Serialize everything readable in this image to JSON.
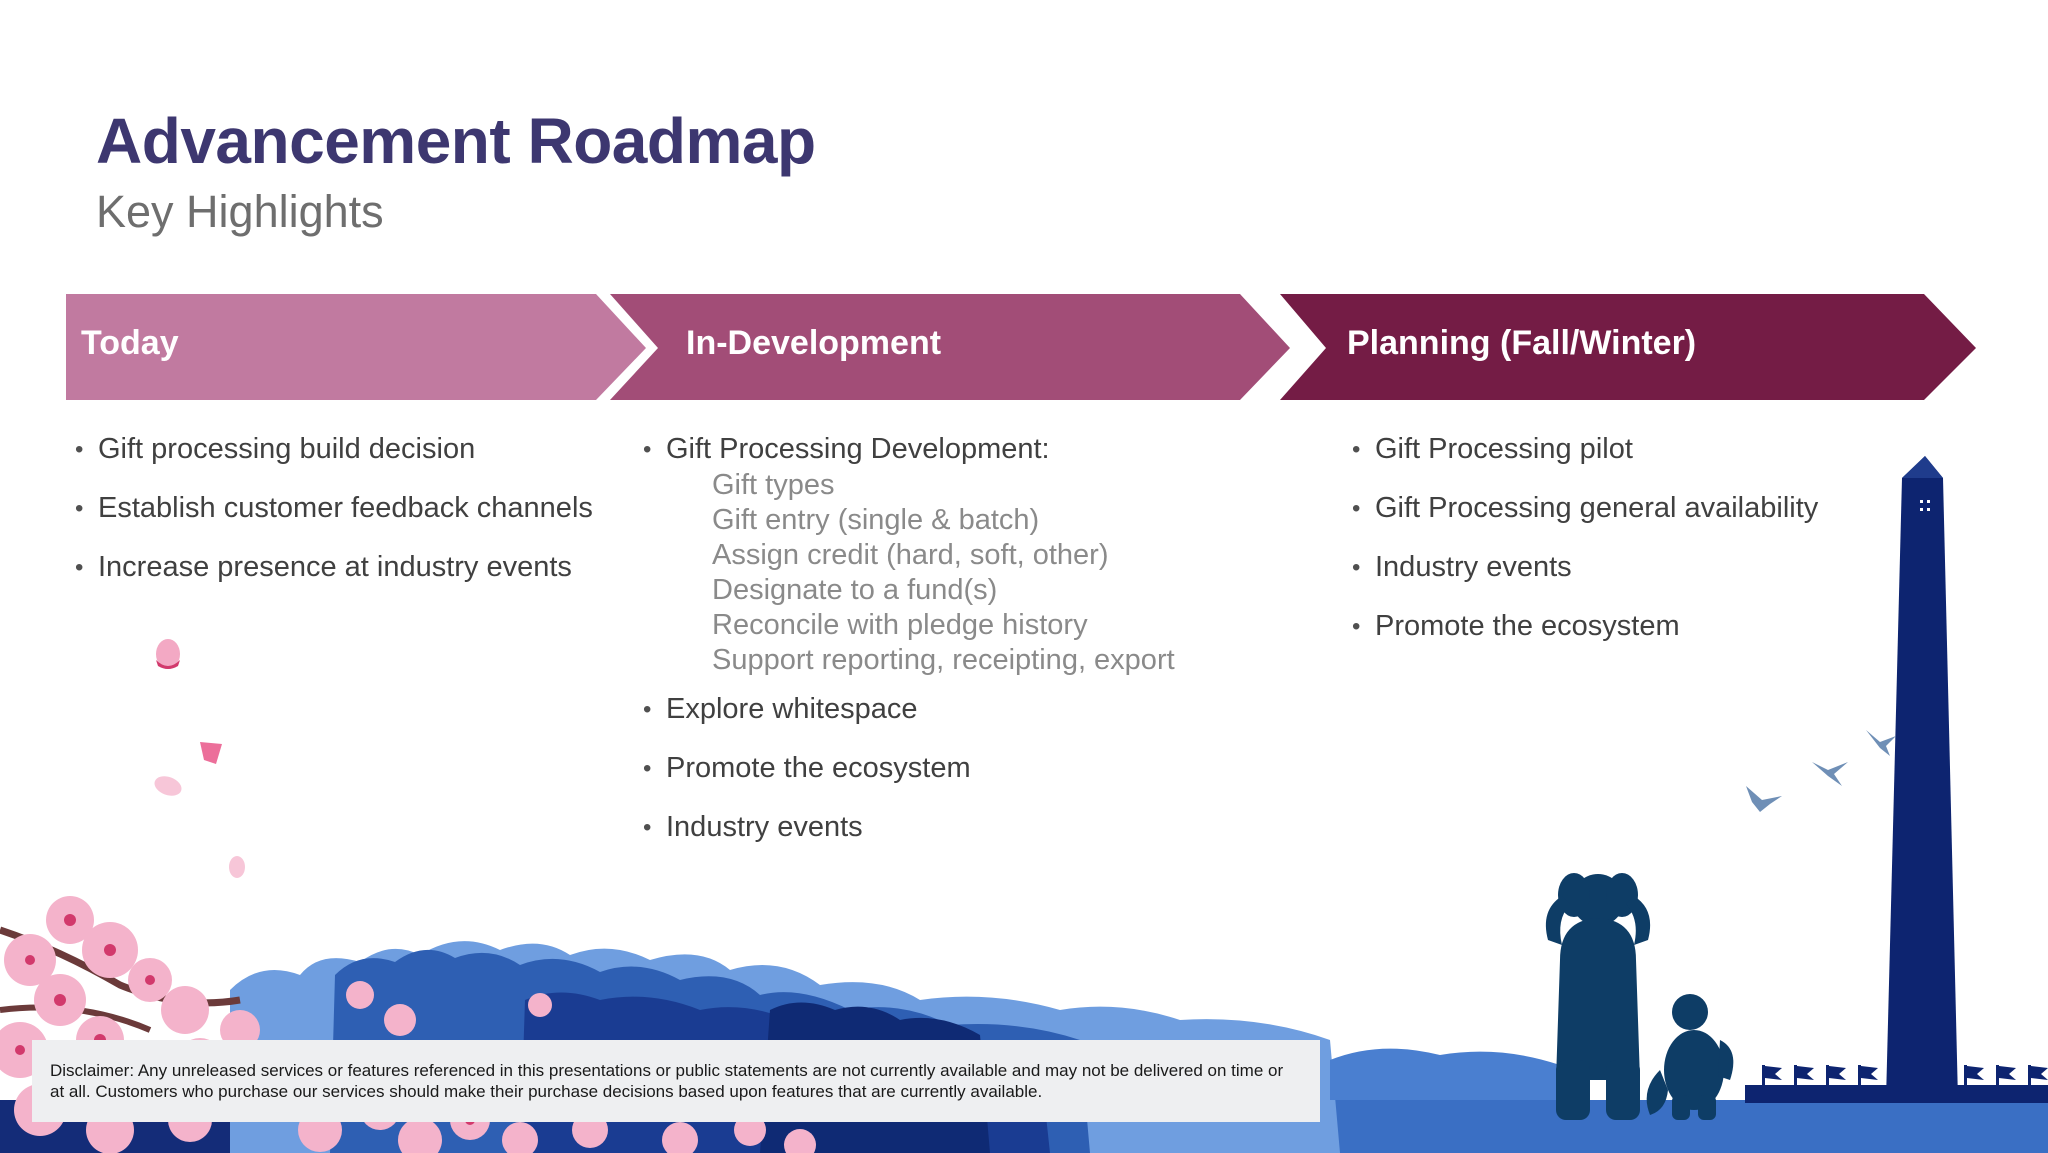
{
  "slide": {
    "title": "Advancement Roadmap",
    "subtitle": "Key Highlights"
  },
  "phases": [
    {
      "label": "Today",
      "color": "#c17aa0",
      "bullets": [
        "Gift processing build decision",
        "Establish customer feedback channels",
        "Increase presence at industry events"
      ]
    },
    {
      "label": "In-Development",
      "color": "#a24d77",
      "bullets": [
        "Gift Processing Development:",
        "Explore whitespace",
        "Promote the ecosystem",
        "Industry events"
      ],
      "sub_items": [
        "Gift types",
        "Gift entry (single & batch)",
        "Assign credit (hard, soft, other)",
        "Designate to a fund(s)",
        "Reconcile with pledge history",
        "Support reporting, receipting, export"
      ]
    },
    {
      "label": "Planning (Fall/Winter)",
      "color": "#741c45",
      "bullets": [
        "Gift Processing pilot",
        "Gift Processing general availability",
        "Industry events",
        "Promote the ecosystem"
      ]
    }
  ],
  "disclaimer": {
    "line1": "Disclaimer: Any unreleased services or features referenced in this  presentations or public statements are not currently available and may not be delivered on time or",
    "line2": "at all. Customers who purchase our services should make their purchase decisions based upon features that are currently available."
  },
  "illustration": {
    "icons": [
      "cherry-blossom-branch-icon",
      "falling-petal-icon",
      "tree-line-icon",
      "monument-icon",
      "bird-icon",
      "bear-mascot-icon",
      "raccoon-mascot-icon",
      "flag-icon"
    ],
    "colors": {
      "navy": "#0d2470",
      "blue": "#2f5fb0",
      "light_blue": "#5f95d4",
      "pink": "#f3a9c4",
      "deep_pink": "#d23a6e"
    }
  }
}
